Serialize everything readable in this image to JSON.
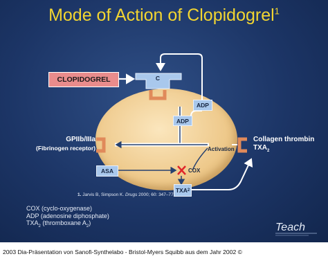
{
  "title": "Mode of Action of Clopidogrel",
  "title_sup": "1",
  "clopidogrel_label": "CLOPIDOGREL",
  "receptor_c": "C",
  "adp_outside": "ADP",
  "adp_inside": "ADP",
  "gp_line1": "GPIIb/IIIa",
  "gp_line2": "(Fibrinogen receptor)",
  "collagen_label": "Collagen thrombin",
  "txa_right": "TXA",
  "txa_right_sub": "2",
  "activation_label": "Activation",
  "asa_label": "ASA",
  "cox_label": "COX",
  "txa_box": "TXA",
  "txa_box_sub": "2",
  "reference": {
    "num": "1.",
    "text": " Jarvis B, Simpson K. ",
    "journal": "Drugs",
    "tail": " 2000; 60: 347–77."
  },
  "legend": {
    "cox": "COX (cyclo-oxygenase)",
    "adp": "ADP (adenosine diphosphate)",
    "txa": "TXA",
    "txa_sub": "2",
    "txa_mid": " (thromboxane A",
    "txa_sub2": "2",
    "txa_end": ")"
  },
  "logo_text": "Teach",
  "caption": "2003 Dia-Präsentation von Sanofi-Synthelabo - Bristol-Myers Squibb aus dem Jahr 2002 ©",
  "colors": {
    "background": "#1c3566",
    "title": "#f2d531",
    "cell": "#eec98b",
    "receptor": "#e08a5a",
    "box": "#a9c8ec",
    "clopidogrel": "#e98c8c",
    "inhibit_x": "#e0242a"
  }
}
